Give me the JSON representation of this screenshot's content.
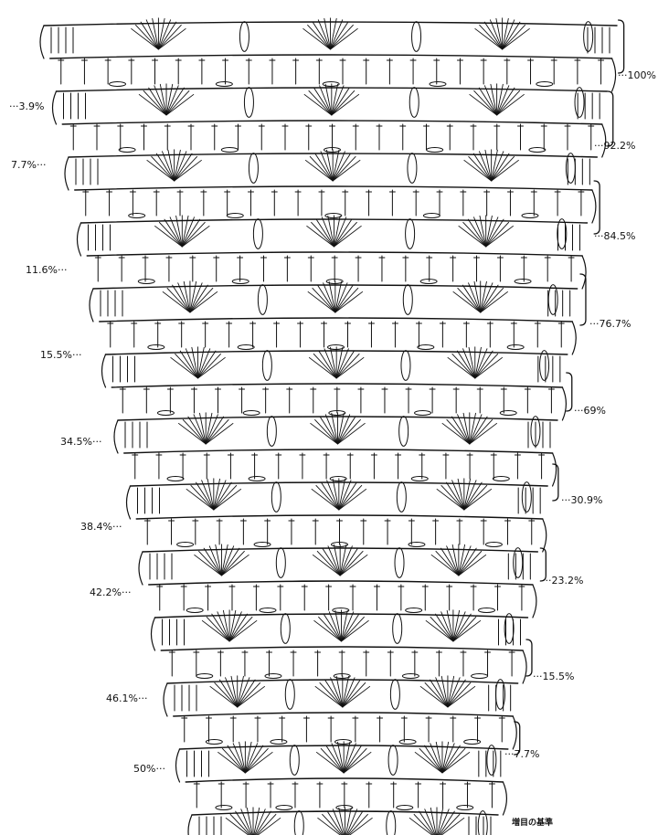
{
  "diagram": {
    "row_count": 25,
    "right_labels": [
      "···100%",
      "···92.2%",
      "···84.5%",
      "···76.7%",
      "···69%",
      "···30.9%",
      "···23.2%",
      "···15.5%",
      "···7.7%"
    ],
    "left_labels": [
      "···3.9%",
      "7.7%···",
      "11.6%···",
      "15.5%···",
      "34.5%···",
      "38.4%···",
      "42.2%···",
      "46.1%···",
      "50%···"
    ],
    "caption": "増目の基準",
    "colors": {
      "ink": "#111111",
      "paper": "#ffffff"
    }
  }
}
